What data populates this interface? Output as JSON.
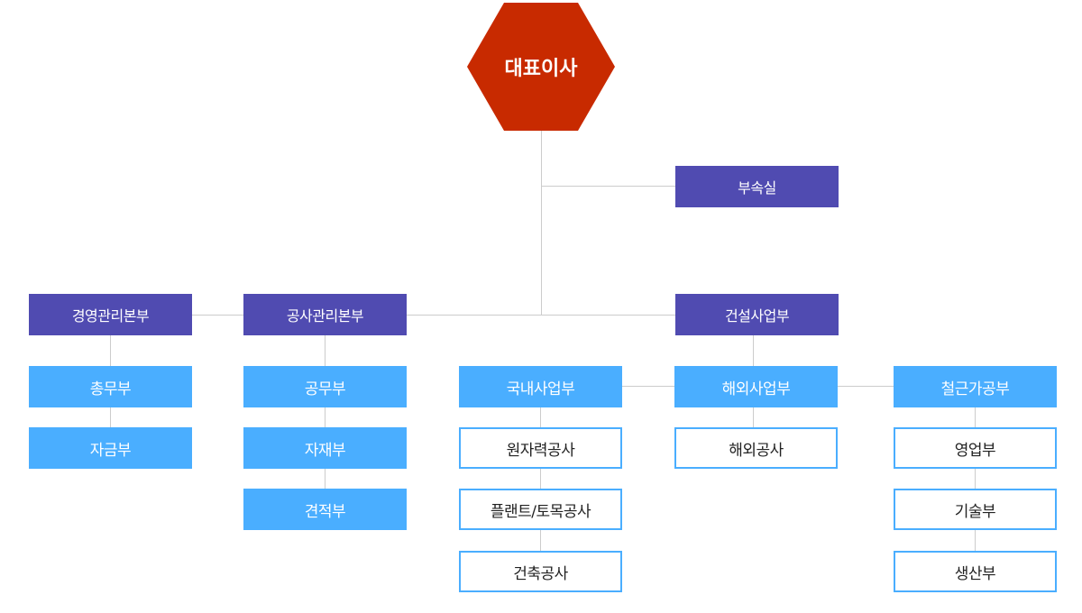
{
  "ceo": "대표이사",
  "attached_office": "부속실",
  "divisions": {
    "management": "경영관리본부",
    "construction_mgmt": "공사관리본부",
    "construction_biz": "건설사업부"
  },
  "departments": {
    "general_affairs": "총무부",
    "finance": "자금부",
    "public_works": "공무부",
    "materials": "자재부",
    "estimation": "견적부",
    "domestic": "국내사업부",
    "overseas": "해외사업부",
    "rebar": "철근가공부"
  },
  "teams": {
    "nuclear": "원자력공사",
    "plant_civil": "플랜트/토목공사",
    "architecture": "건축공사",
    "overseas_works": "해외공사",
    "sales": "영업부",
    "technology": "기술부",
    "production": "생산부"
  },
  "colors": {
    "ceo": "#c82a00",
    "division": "#504bb1",
    "department": "#4aaeff",
    "connector": "#cccccc"
  }
}
